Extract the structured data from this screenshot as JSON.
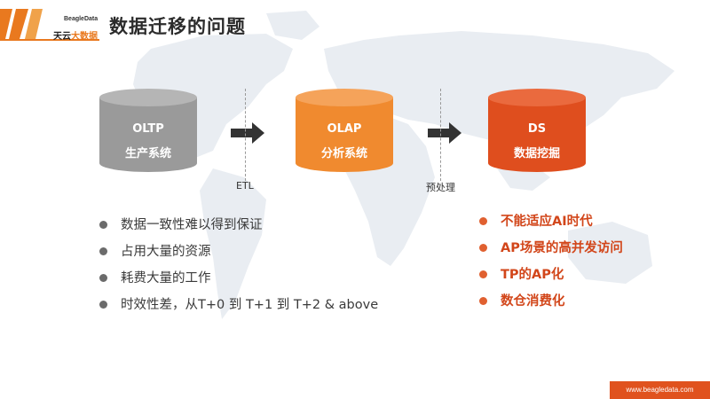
{
  "logo": {
    "en": "BeagleData",
    "cn_main": "天云",
    "cn_accent": "大数据"
  },
  "title": "数据迁移的问题",
  "flow": {
    "stages": [
      {
        "line1": "OLTP",
        "line2": "生产系统",
        "color": "#9A9A9A",
        "top_color": "#B5B5B5"
      },
      {
        "line1": "OLAP",
        "line2": "分析系统",
        "color": "#F08A2F",
        "top_color": "#F5A35A"
      },
      {
        "line1": "DS",
        "line2": "数据挖掘",
        "color": "#DF4E1E",
        "top_color": "#EA6A3E"
      }
    ],
    "steps": [
      "ETL",
      "预处理"
    ]
  },
  "left_points": [
    "数据一致性难以得到保证",
    "占用大量的资源",
    "耗费大量的工作",
    "时效性差，从T+0 到 T+1 到 T+2 & above"
  ],
  "right_points": [
    "不能适应AI时代",
    "AP场景的高并发访问",
    "TP的AP化",
    "数仓消费化"
  ],
  "footer": "www.beagledata.com",
  "colors": {
    "accent": "#E0521E",
    "text_accent": "#D2461A",
    "map": "#E9EDF2"
  }
}
